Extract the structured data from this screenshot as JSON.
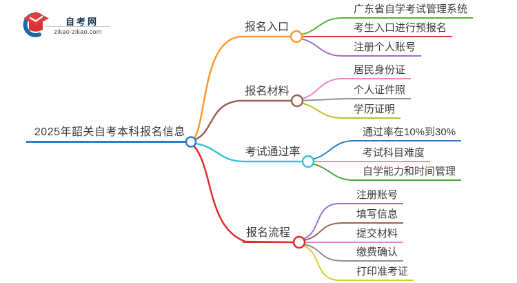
{
  "logo": {
    "title": "自考网",
    "domain": "zikao-zikao.com",
    "icon": "graduation-cap-icon",
    "cap_color": "#e33c3c",
    "cap_base_color": "#d93232",
    "crescent_color": "#1a6aa8"
  },
  "root": {
    "label": "2025年韶关自考本科报名信息",
    "color": "#2e7ec1"
  },
  "text_color": "#3b3b3b",
  "branches": [
    {
      "label": "报名入口",
      "color": "#f89c2e",
      "children": [
        {
          "label": "广东省自学考试管理系统",
          "color": "#55b237"
        },
        {
          "label": "考生入口进行预报名",
          "color": "#e13b30"
        },
        {
          "label": "注册个人账号",
          "color": "#a06ed2"
        }
      ]
    },
    {
      "label": "报名材料",
      "color": "#9e6054",
      "children": [
        {
          "label": "居民身份证",
          "color": "#ef85c5"
        },
        {
          "label": "个人证件照",
          "color": "#909090"
        },
        {
          "label": "学历证明",
          "color": "#bcbe30"
        }
      ]
    },
    {
      "label": "考试通过率",
      "color": "#33c5da",
      "children": [
        {
          "label": "通过率在10%到30%",
          "color": "#2f7bc3"
        },
        {
          "label": "考试科目难度",
          "color": "#f89c2e"
        },
        {
          "label": "自学能力和时间管理",
          "color": "#48a63f"
        }
      ]
    },
    {
      "label": "报名流程",
      "color": "#e12b2c",
      "children": [
        {
          "label": "注册账号",
          "color": "#a06ed2"
        },
        {
          "label": "填写信息",
          "color": "#9e6054"
        },
        {
          "label": "提交材料",
          "color": "#ee82d2"
        },
        {
          "label": "缴费确认",
          "color": "#909090"
        },
        {
          "label": "打印准考证",
          "color": "#d0d32f"
        }
      ]
    }
  ]
}
